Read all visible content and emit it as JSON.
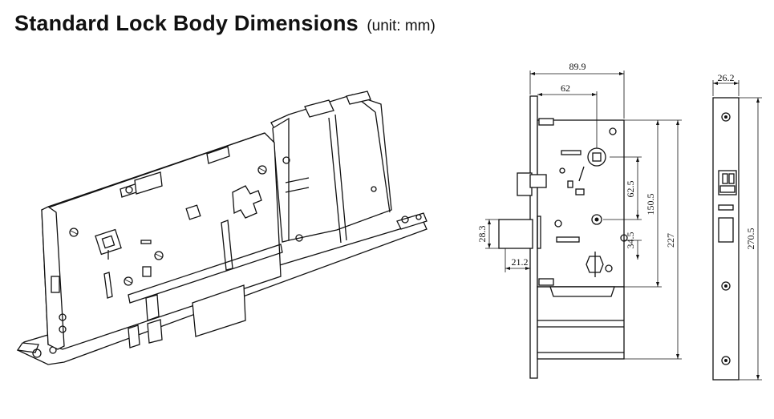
{
  "title": "Standard Lock Body Dimensions",
  "unit": "(unit: mm)",
  "dimensions": {
    "width_total": "89.9",
    "width_to_spindle": "62",
    "spindle_to_cylinder": "62.5",
    "spindle_to_handle": "150.5",
    "body_height": "227",
    "handle_to_lower": "34.5",
    "latch_height": "28.3",
    "latch_projection": "21.2",
    "faceplate_width": "26.2",
    "faceplate_height": "270.5"
  }
}
